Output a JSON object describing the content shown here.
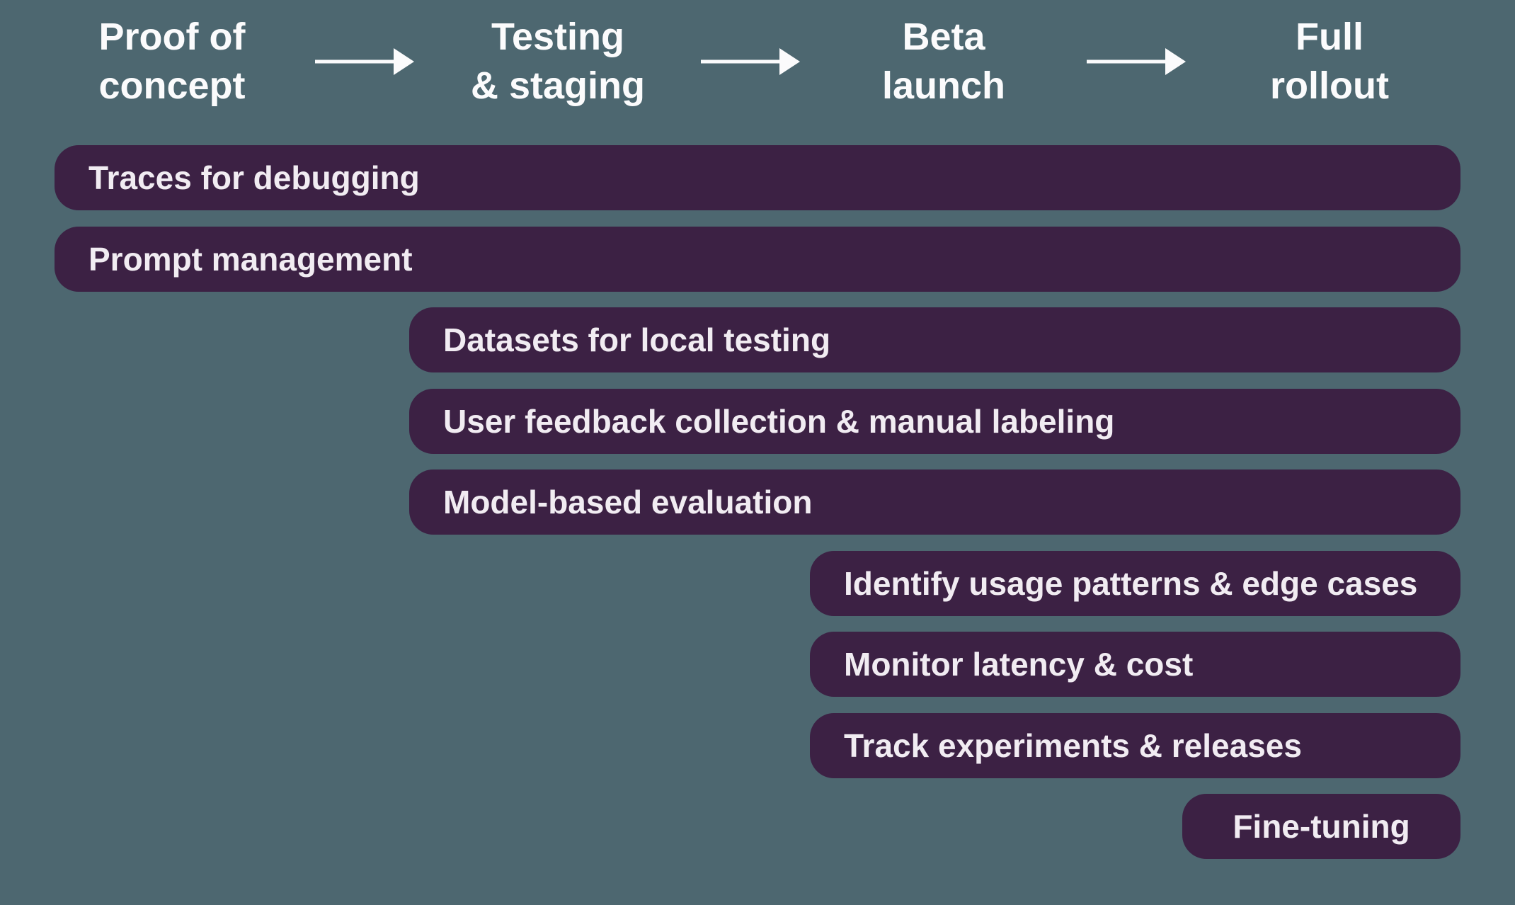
{
  "colors": {
    "background": "#4d6770",
    "bar": "#3c2144",
    "bar-text": "#f1ecf2",
    "header-text": "#fbfbfc",
    "arrow": "#fbfbfc"
  },
  "stages": [
    {
      "line1": "Proof of",
      "line2": "concept"
    },
    {
      "line1": "Testing",
      "line2": "& staging"
    },
    {
      "line1": "Beta",
      "line2": "launch"
    },
    {
      "line1": "Full",
      "line2": "rollout"
    }
  ],
  "bars": [
    {
      "label": "Traces for debugging",
      "start_stage": "Proof of concept",
      "end_stage": "Full rollout"
    },
    {
      "label": "Prompt management",
      "start_stage": "Proof of concept",
      "end_stage": "Full rollout"
    },
    {
      "label": "Datasets for local testing",
      "start_stage": "Testing & staging",
      "end_stage": "Full rollout"
    },
    {
      "label": "User feedback collection & manual labeling",
      "start_stage": "Testing & staging",
      "end_stage": "Full rollout"
    },
    {
      "label": "Model-based evaluation",
      "start_stage": "Testing & staging",
      "end_stage": "Full rollout"
    },
    {
      "label": "Identify usage patterns & edge cases",
      "start_stage": "Beta launch",
      "end_stage": "Full rollout"
    },
    {
      "label": "Monitor latency & cost",
      "start_stage": "Beta launch",
      "end_stage": "Full rollout"
    },
    {
      "label": "Track experiments & releases",
      "start_stage": "Beta launch",
      "end_stage": "Full rollout"
    },
    {
      "label": "Fine-tuning",
      "start_stage": "Full rollout",
      "end_stage": "Full rollout"
    }
  ]
}
